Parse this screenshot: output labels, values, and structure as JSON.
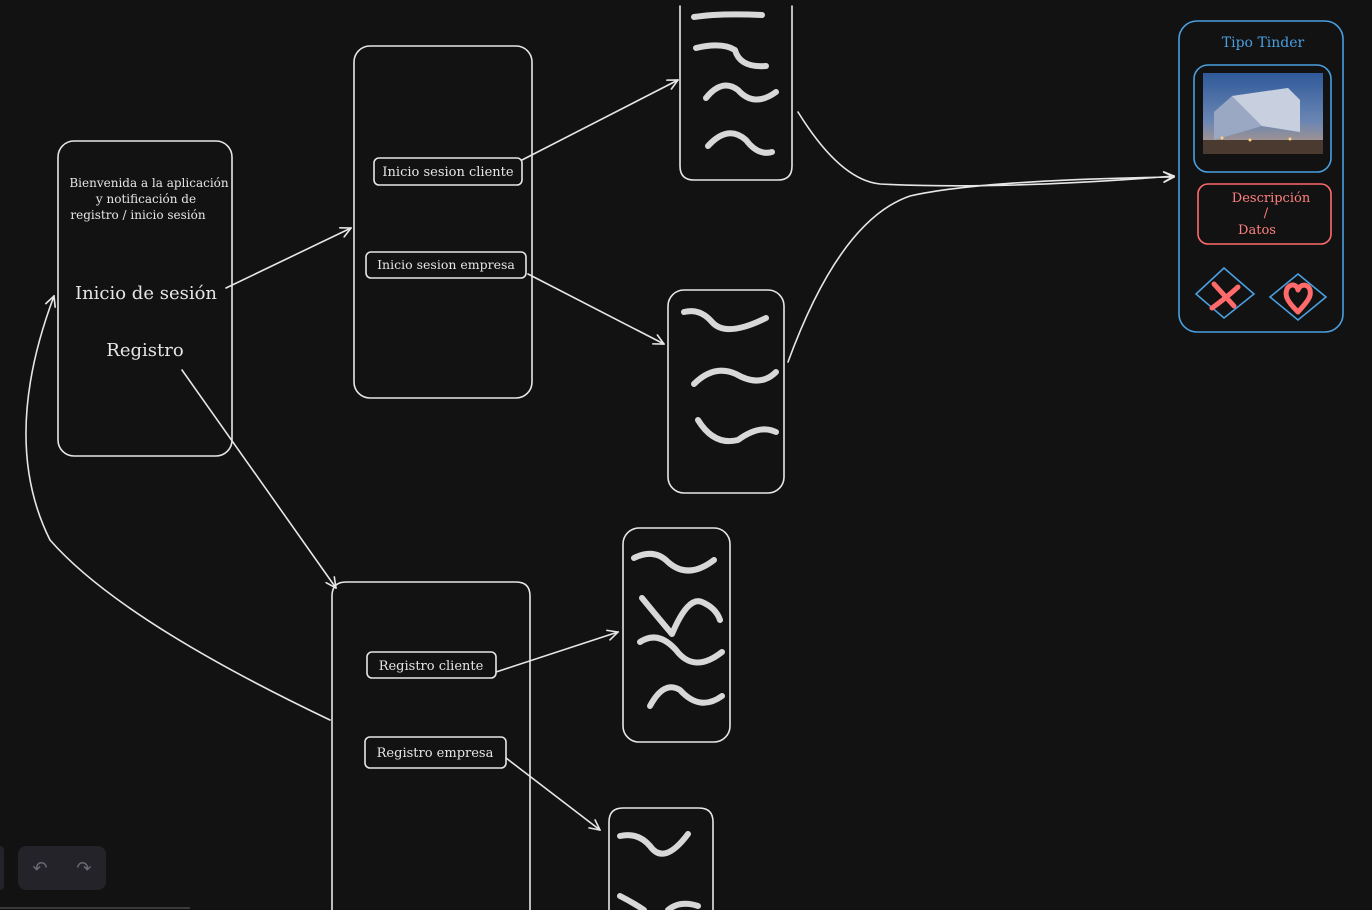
{
  "welcome": {
    "intro_line1": "Bienvenida a la aplicación",
    "intro_line2": "y notificación de",
    "intro_line3": "registro / inicio sesión",
    "login_label": "Inicio de sesión",
    "register_label": "Registro"
  },
  "login_screen": {
    "client_button": "Inicio sesion cliente",
    "company_button": "Inicio sesion empresa"
  },
  "register_screen": {
    "client_button": "Registro cliente",
    "company_button": "Registro empresa"
  },
  "tinder_card": {
    "title": "Tipo Tinder",
    "desc_line1": "Descripción",
    "desc_line2": "/",
    "desc_line3": "Datos",
    "reject_icon": "x-icon",
    "like_icon": "heart-icon"
  },
  "toolbar": {
    "undo_icon": "undo-icon",
    "redo_icon": "redo-icon",
    "undo_glyph": "↶",
    "redo_glyph": "↷"
  },
  "colors": {
    "background": "#121212",
    "stroke": "#e6e6e6",
    "accent_blue": "#4a9fe0",
    "accent_red": "#ff6b6b"
  }
}
